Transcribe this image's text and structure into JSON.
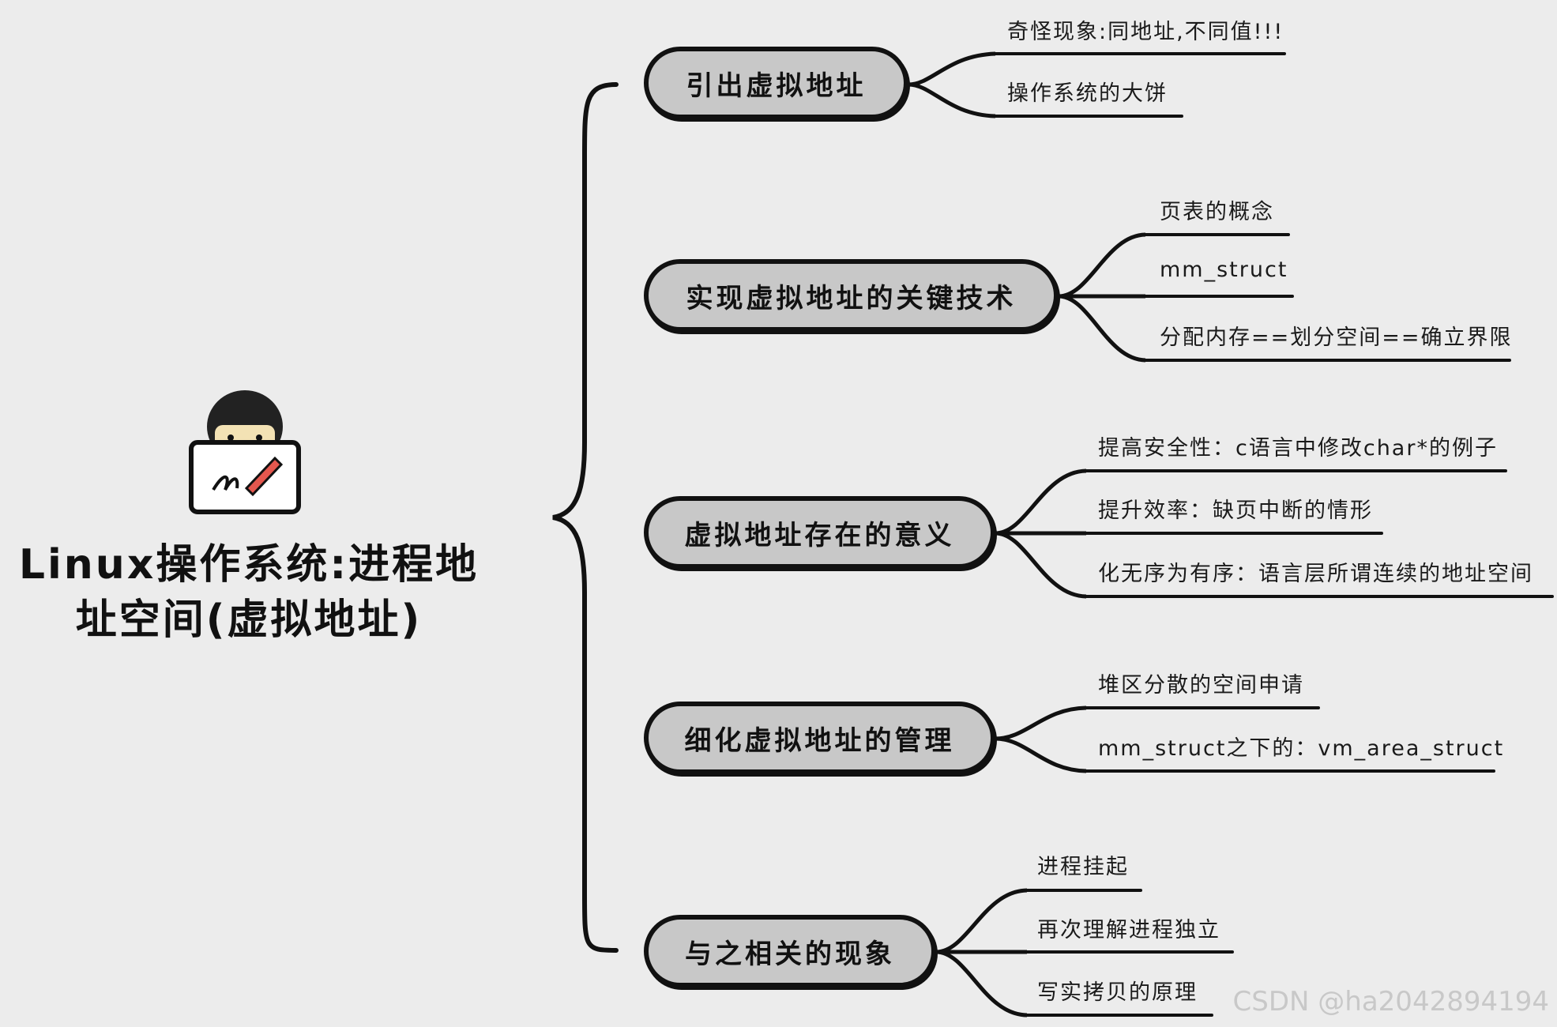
{
  "root": {
    "title_line1": "Linux操作系统:进程地",
    "title_line2": "址空间(虚拟地址)"
  },
  "branches": [
    {
      "label": "引出虚拟地址",
      "leaves": [
        "奇怪现象:同地址,不同值!!!",
        "操作系统的大饼"
      ]
    },
    {
      "label": "实现虚拟地址的关键技术",
      "leaves": [
        "页表的概念",
        "mm_struct",
        "分配内存==划分空间==确立界限"
      ]
    },
    {
      "label": "虚拟地址存在的意义",
      "leaves": [
        "提高安全性：c语言中修改char*的例子",
        "提升效率：缺页中断的情形",
        "化无序为有序：语言层所谓连续的地址空间"
      ]
    },
    {
      "label": "细化虚拟地址的管理",
      "leaves": [
        "堆区分散的空间申请",
        "mm_struct之下的：vm_area_struct"
      ]
    },
    {
      "label": "与之相关的现象",
      "leaves": [
        "进程挂起",
        "再次理解进程独立",
        "写实拷贝的原理"
      ]
    }
  ],
  "watermark": "CSDN @ha2042894194",
  "icons": {
    "avatar": "person-with-laptop-icon"
  }
}
